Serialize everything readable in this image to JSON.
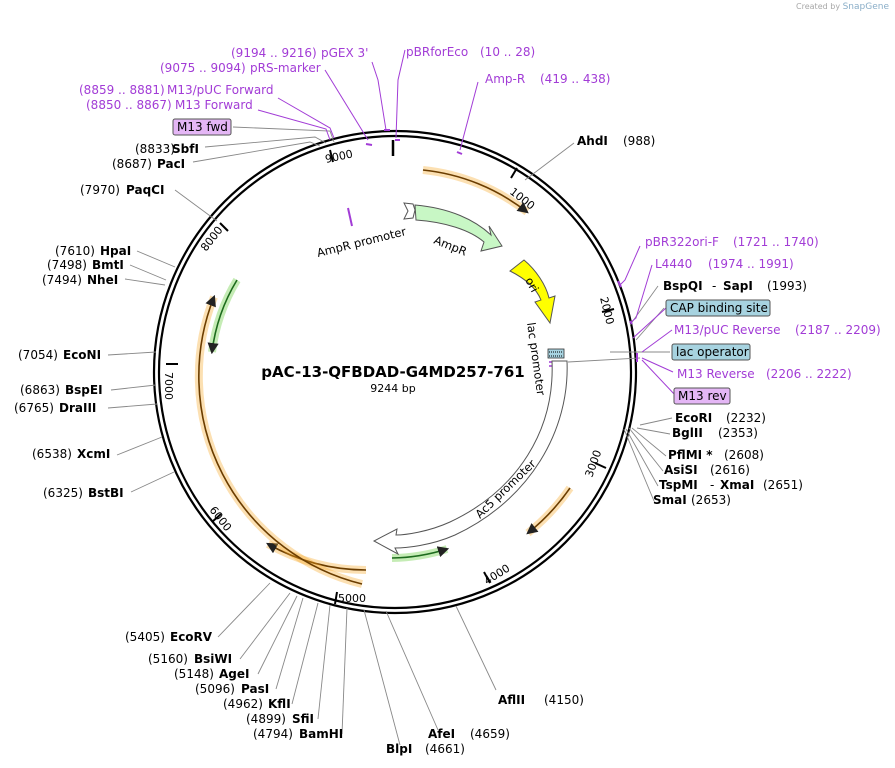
{
  "credit": {
    "prefix": "Created by",
    "brand": "SnapGene"
  },
  "plasmid": {
    "name": "pAC-13-QFBDAD-G4MD257-761",
    "size": "9244 bp"
  },
  "ticks": [
    "1000",
    "2000",
    "3000",
    "4000",
    "5000",
    "6000",
    "7000",
    "8000",
    "9000"
  ],
  "features": {
    "ampr_promoter": "AmpR promoter",
    "ampr": "AmpR",
    "ori": "ori",
    "lac_promoter": "lac promoter",
    "ac5_promoter": "Ac5 promoter"
  },
  "left_labels": [
    {
      "pos": "(8833)",
      "name": "SbfI"
    },
    {
      "pos": "(8687)",
      "name": "PacI"
    },
    {
      "pos": "(7970)",
      "name": "PaqCI"
    },
    {
      "pos": "(7610)",
      "name": "HpaI"
    },
    {
      "pos": "(7498)",
      "name": "BmtI"
    },
    {
      "pos": "(7494)",
      "name": "NheI"
    },
    {
      "pos": "(7054)",
      "name": "EcoNI"
    },
    {
      "pos": "(6863)",
      "name": "BspEI"
    },
    {
      "pos": "(6765)",
      "name": "DraIII"
    },
    {
      "pos": "(6538)",
      "name": "XcmI"
    },
    {
      "pos": "(6325)",
      "name": "BstBI"
    },
    {
      "pos": "(5405)",
      "name": "EcoRV"
    },
    {
      "pos": "(5160)",
      "name": "BsiWI"
    },
    {
      "pos": "(5148)",
      "name": "AgeI"
    },
    {
      "pos": "(5096)",
      "name": "PasI"
    },
    {
      "pos": "(4962)",
      "name": "KflI"
    },
    {
      "pos": "(4899)",
      "name": "SfiI"
    },
    {
      "pos": "(4794)",
      "name": "BamHI"
    }
  ],
  "bottom_labels": [
    {
      "name": "BlpI",
      "pos": "(4661)"
    },
    {
      "name": "AfeI",
      "pos": "(4659)"
    },
    {
      "name": "AflII",
      "pos": "(4150)"
    }
  ],
  "right_labels": [
    {
      "name": "AhdI",
      "pos": "(988)"
    },
    {
      "name": "BspQI",
      "name2": "SapI",
      "pos": "(1993)"
    },
    {
      "name": "EcoRI",
      "pos": "(2232)"
    },
    {
      "name": "BglII",
      "pos": "(2353)"
    },
    {
      "name": "PflMI *",
      "pos": "(2608)"
    },
    {
      "name": "AsiSI",
      "pos": "(2616)"
    },
    {
      "name": "TspMI",
      "name2": "XmaI",
      "pos": "(2651)"
    },
    {
      "name": "SmaI",
      "pos": "(2653)"
    }
  ],
  "primers": [
    {
      "range": "(9194 .. 9216)",
      "name": "pGEX 3'"
    },
    {
      "range": "(9075 .. 9094)",
      "name": "pRS-marker"
    },
    {
      "range": "(8859 .. 8881)",
      "name": "M13/pUC Forward"
    },
    {
      "range": "(8850 .. 8867)",
      "name": "M13 Forward"
    },
    {
      "name": "pBRforEco",
      "range": "(10 .. 28)"
    },
    {
      "name": "Amp-R",
      "range": "(419 .. 438)"
    },
    {
      "name": "pBR322ori-F",
      "range": "(1721 .. 1740)"
    },
    {
      "name": "L4440",
      "range": "(1974 .. 1991)"
    },
    {
      "name": "M13/pUC Reverse",
      "range": "(2187 .. 2209)"
    },
    {
      "name": "M13 Reverse",
      "range": "(2206 .. 2222)"
    }
  ],
  "boxed": {
    "m13_fwd": "M13 fwd",
    "cap_binding_site": "CAP binding site",
    "lac_operator": "lac operator",
    "m13_rev": "M13 rev"
  },
  "colors": {
    "primer": "#a23cd6",
    "boxed_feature": "#a7d3e0",
    "boxed_primer": "#e4b6f5",
    "ampr": "#c8f7c5",
    "ori": "#ffff00",
    "orf": "#f5a623",
    "orf_green": "#7fd45a"
  }
}
